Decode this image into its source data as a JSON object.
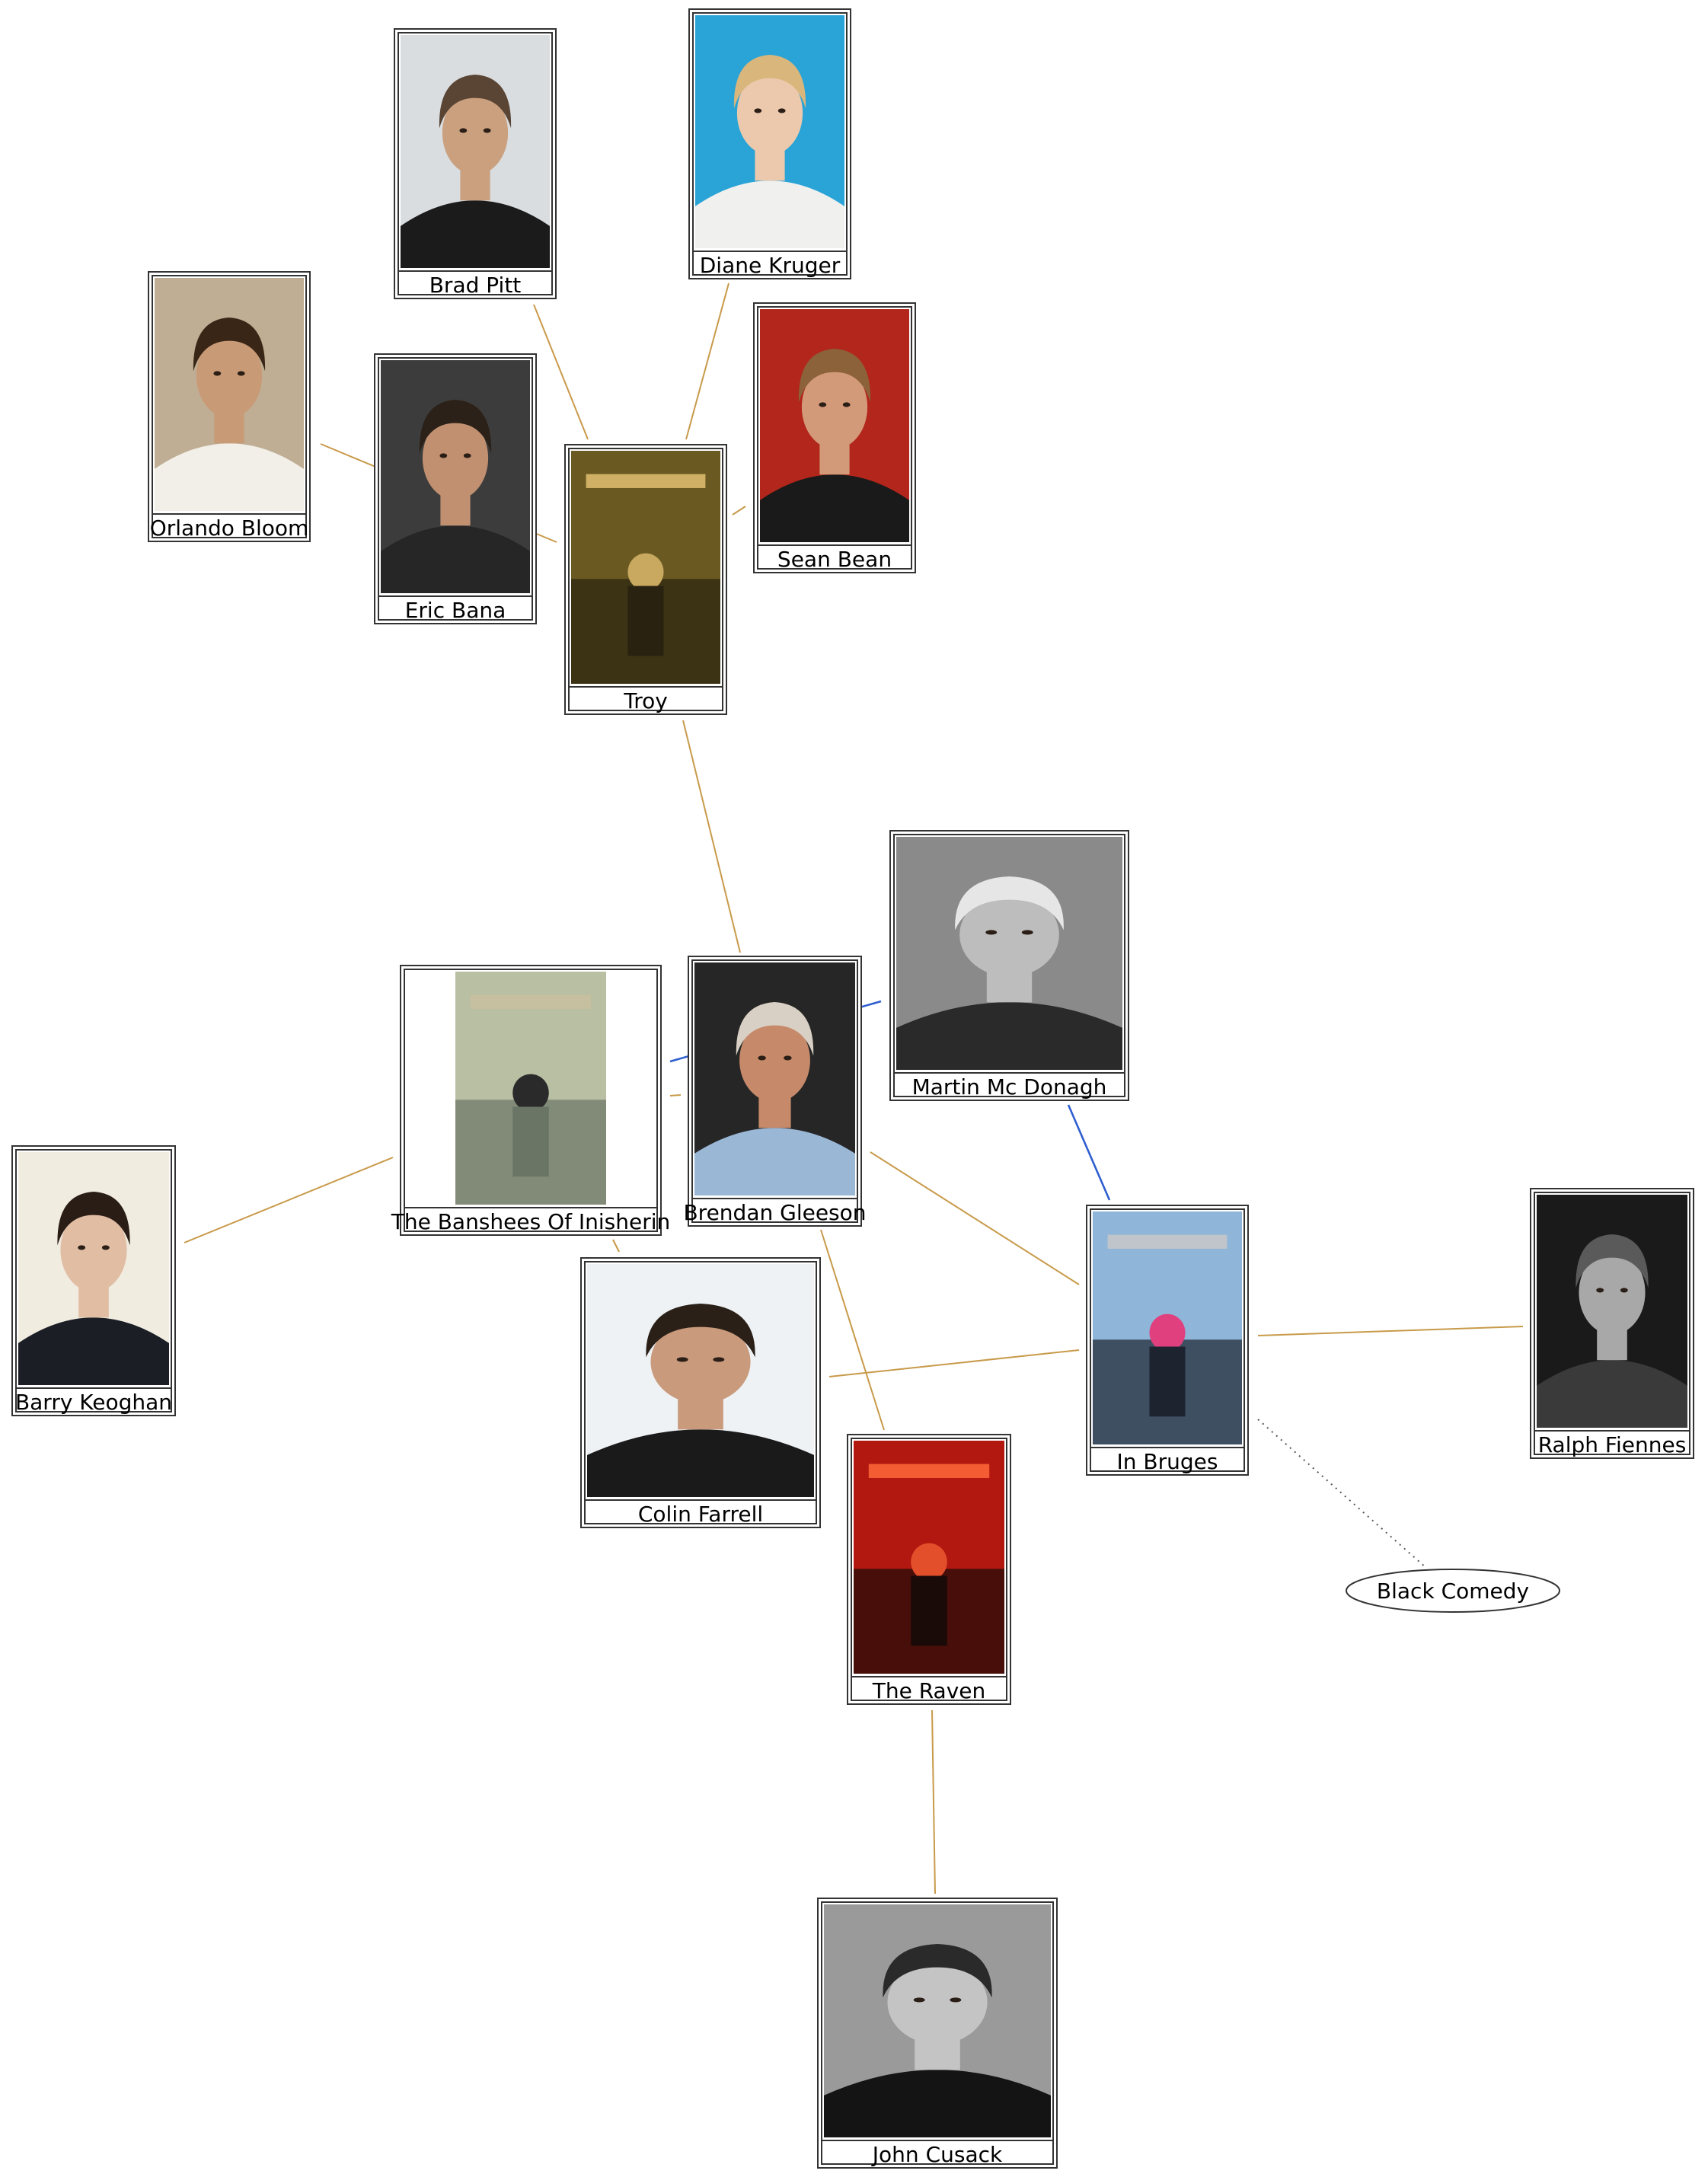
{
  "colors": {
    "actor_edge": "#c89a4a",
    "director_edge": "#2f5fcf",
    "genre_edge": "#555555",
    "frame": "#333333"
  },
  "nodes": [
    {
      "id": "brad-pitt",
      "label": "Brad Pitt",
      "kind": "actor",
      "image": "portrait of Brad Pitt",
      "palette": [
        "#d9dde0",
        "#1b1b1b",
        "#caa07e",
        "#5a4433"
      ]
    },
    {
      "id": "diane-kruger",
      "label": "Diane Kruger",
      "kind": "actor",
      "image": "portrait of Diane Kruger",
      "palette": [
        "#2aa3d6",
        "#f0f0ee",
        "#ecc9ad",
        "#d9b67c"
      ]
    },
    {
      "id": "orlando-bloom",
      "label": "Orlando Bloom",
      "kind": "actor",
      "image": "portrait of Orlando Bloom",
      "palette": [
        "#bfae94",
        "#f2efe9",
        "#c99a76",
        "#3a2616"
      ]
    },
    {
      "id": "eric-bana",
      "label": "Eric Bana",
      "kind": "actor",
      "image": "portrait of Eric Bana",
      "palette": [
        "#3c3c3c",
        "#262626",
        "#c09070",
        "#2b2118"
      ]
    },
    {
      "id": "sean-bean",
      "label": "Sean Bean",
      "kind": "actor",
      "image": "portrait of Sean Bean",
      "palette": [
        "#b2261c",
        "#1a1a1a",
        "#d39a7a",
        "#8b6239"
      ]
    },
    {
      "id": "troy",
      "label": "Troy",
      "kind": "movie",
      "image": "Troy movie poster",
      "palette": [
        "#6a5a22",
        "#2a2210",
        "#c9a860",
        "#e0c070"
      ]
    },
    {
      "id": "martin-mcdonagh",
      "label": "Martin Mc Donagh",
      "kind": "director",
      "image": "black and white portrait of Martin Mc Donagh",
      "palette": [
        "#8a8a8a",
        "#2a2a2a",
        "#bdbdbd",
        "#e6e6e6"
      ]
    },
    {
      "id": "banshees",
      "label": "The Banshees Of Inisherin",
      "kind": "movie",
      "image": "The Banshees Of Inisherin movie poster",
      "palette": [
        "#b9bfa3",
        "#6a7565",
        "#2a2a2a",
        "#c9c0a0"
      ]
    },
    {
      "id": "brendan-gleeson",
      "label": "Brendan Gleeson",
      "kind": "actor",
      "image": "portrait of Brendan Gleeson",
      "palette": [
        "#262626",
        "#9bb7d6",
        "#c68a6a",
        "#d9d0c5"
      ]
    },
    {
      "id": "barry-keoghan",
      "label": "Barry Keoghan",
      "kind": "actor",
      "image": "portrait of Barry Keoghan",
      "palette": [
        "#f0ece0",
        "#1c1e26",
        "#e1bda4",
        "#2a1d16"
      ]
    },
    {
      "id": "in-bruges",
      "label": "In Bruges",
      "kind": "movie",
      "image": "In Bruges movie poster",
      "palette": [
        "#8fb6d8",
        "#1d2430",
        "#e0407e",
        "#c8c8c8"
      ]
    },
    {
      "id": "ralph-fiennes",
      "label": "Ralph Fiennes",
      "kind": "actor",
      "image": "black and white portrait of Ralph Fiennes",
      "palette": [
        "#1a1a1a",
        "#3a3a3a",
        "#a8a8a8",
        "#5a5a5a"
      ]
    },
    {
      "id": "colin-farrell",
      "label": "Colin Farrell",
      "kind": "actor",
      "image": "portrait of Colin Farrell",
      "palette": [
        "#eef2f5",
        "#1a1a1a",
        "#c99a7c",
        "#2a2018"
      ]
    },
    {
      "id": "the-raven",
      "label": "The Raven",
      "kind": "movie",
      "image": "The Raven movie poster",
      "palette": [
        "#b2180f",
        "#1a0a08",
        "#e34f2a",
        "#ff6a3a"
      ]
    },
    {
      "id": "john-cusack",
      "label": "John Cusack",
      "kind": "actor",
      "image": "black and white portrait of John Cusack",
      "palette": [
        "#9a9a9a",
        "#141414",
        "#c4c4c4",
        "#2a2a2a"
      ]
    },
    {
      "id": "black-comedy",
      "label": "Black Comedy",
      "kind": "genre"
    }
  ],
  "edges": [
    {
      "from": "brad-pitt",
      "to": "troy",
      "kind": "actor"
    },
    {
      "from": "diane-kruger",
      "to": "troy",
      "kind": "actor"
    },
    {
      "from": "orlando-bloom",
      "to": "troy",
      "kind": "actor"
    },
    {
      "from": "sean-bean",
      "to": "troy",
      "kind": "actor"
    },
    {
      "from": "troy",
      "to": "brendan-gleeson",
      "kind": "actor"
    },
    {
      "from": "banshees",
      "to": "brendan-gleeson",
      "kind": "actor"
    },
    {
      "from": "banshees",
      "to": "martin-mcdonagh",
      "kind": "director"
    },
    {
      "from": "martin-mcdonagh",
      "to": "in-bruges",
      "kind": "director"
    },
    {
      "from": "barry-keoghan",
      "to": "banshees",
      "kind": "actor"
    },
    {
      "from": "banshees",
      "to": "colin-farrell",
      "kind": "actor"
    },
    {
      "from": "brendan-gleeson",
      "to": "in-bruges",
      "kind": "actor"
    },
    {
      "from": "brendan-gleeson",
      "to": "the-raven",
      "kind": "actor"
    },
    {
      "from": "colin-farrell",
      "to": "in-bruges",
      "kind": "actor"
    },
    {
      "from": "in-bruges",
      "to": "ralph-fiennes",
      "kind": "actor"
    },
    {
      "from": "the-raven",
      "to": "john-cusack",
      "kind": "actor"
    },
    {
      "from": "in-bruges",
      "to": "black-comedy",
      "kind": "genre"
    }
  ]
}
